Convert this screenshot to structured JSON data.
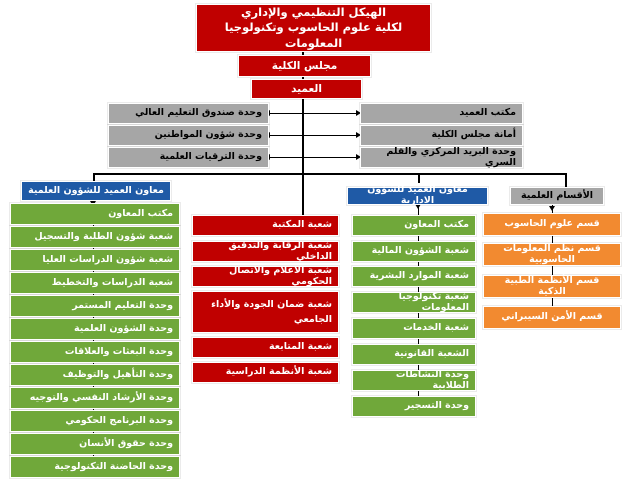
{
  "header": {
    "title_line1": "الهيكل التنظيمي والإداري",
    "title_line2": "لكلية علوم الحاسوب وتكنولوجيا المعلومات"
  },
  "college_council": "مجلس الكلية",
  "dean": "العميد",
  "dean_left_units": [
    "وحدة صندوق التعليم العالي",
    "وحدة شؤون المواطنين",
    "وحدة الترقيات العلمية"
  ],
  "dean_right_units": [
    "مكتب العميد",
    "أمانة مجلس الكلية",
    "وحدة البريد المركزي والقلم السري"
  ],
  "scientific_affairs": {
    "head": "معاون العميد للشؤون العلمية",
    "items": [
      "مكتب المعاون",
      "شعبة شؤون الطلبة والتسجيل",
      "شعبة شؤون الدراسات العليا",
      "شعبة الدراسات والتخطيط",
      "وحدة التعليم المستمر",
      "وحدة الشؤون العلمية",
      "وحدة البعثات والعلاقات",
      "وحدة التأهيل والتوظيف",
      "وحدة الأرشاد النفسي والتوجيه",
      "وحدة البرنامج الحكومي",
      "وحدة حقوق الأنسان",
      "وحدة الحاضنة التكنولوجية"
    ]
  },
  "dean_direct_sections": [
    "شعبة المكتبة",
    "شعبة الرقابة والتدقيق الداخلي",
    "شعبة الاعلام والاتصال الحكومي",
    "شعبة ضمان الجودة والأداء الجامعي",
    "شعبة المتابعة",
    "شعبة الأنظمة الدراسية"
  ],
  "administrative_affairs": {
    "head": "معاون العميد للشؤون الادارية",
    "items": [
      "مكتب المعاون",
      "شعبة الشؤون المالية",
      "شعبة الموارد البشرية",
      "شعبة تكنولوجيا المعلومات",
      "شعبة الخدمات",
      "الشعبة القانونية",
      "وحدة النشاطات الطلابية",
      "وحدة التسجير"
    ]
  },
  "scientific_departments": {
    "head": "الأقسام العلمية",
    "items": [
      "قسم علوم الحاسوب",
      "قسم نظم المعلومات الحاسوبية",
      "قسم الأنظمة الطبية الذكية",
      "قسم الأمن السيبراني"
    ]
  },
  "colors": {
    "red": "#c00000",
    "gray": "#a6a6a6",
    "blue": "#1f5aa6",
    "green": "#70a83a",
    "orange": "#f28a30"
  }
}
